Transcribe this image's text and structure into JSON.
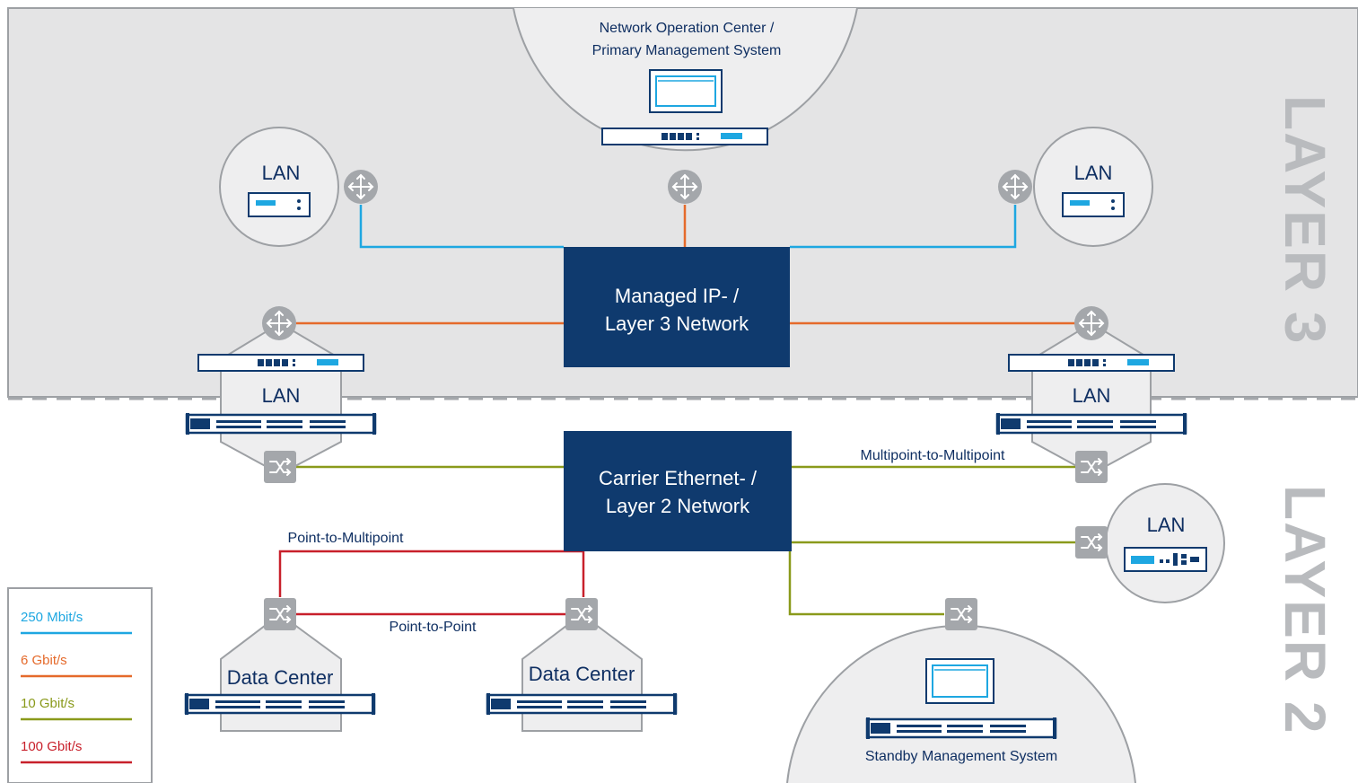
{
  "colors": {
    "layer3_bg": "#e4e4e5",
    "navy": "#0f3a6e",
    "blue_250m": "#1ea7e1",
    "orange_6g": "#e56a2b",
    "olive_10g": "#8a9a1b",
    "red_100g": "#c8202b",
    "grey_circle": "#eeeeef",
    "grey_stroke": "#9da0a4"
  },
  "layers": {
    "layer3": "LAYER 3",
    "layer2": "LAYER 2"
  },
  "noc": {
    "line1": "Network Operation Center /",
    "line2": "Primary Management System"
  },
  "standby": {
    "label": "Standby Management System"
  },
  "l3_network": {
    "line1": "Managed IP- /",
    "line2": "Layer 3 Network"
  },
  "l2_network": {
    "line1": "Carrier Ethernet- /",
    "line2": "Layer 2 Network"
  },
  "sites": {
    "lan_top_left": "LAN",
    "lan_top_right": "LAN",
    "lan_mid_left": "LAN",
    "lan_mid_right": "LAN",
    "lan_right_l2": "LAN",
    "dc_left": "Data Center",
    "dc_right": "Data Center"
  },
  "links": {
    "multipoint": "Multipoint-to-Multipoint",
    "p2mp": "Point-to-Multipoint",
    "p2p": "Point-to-Point"
  },
  "legend": [
    {
      "label": "250 Mbit/s",
      "color": "#1ea7e1"
    },
    {
      "label": "6 Gbit/s",
      "color": "#e56a2b"
    },
    {
      "label": "10 Gbit/s",
      "color": "#8a9a1b"
    },
    {
      "label": "100 Gbit/s",
      "color": "#c8202b"
    }
  ]
}
